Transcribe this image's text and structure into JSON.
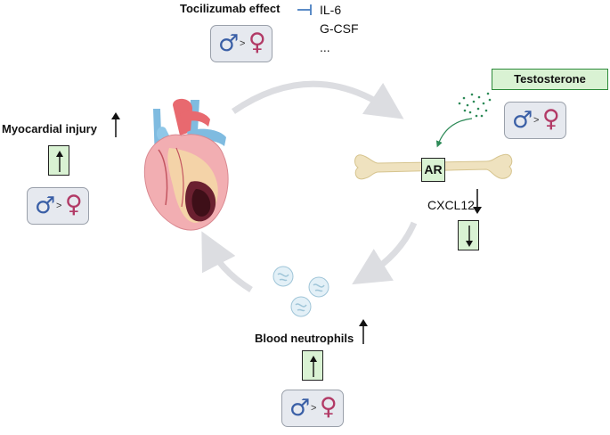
{
  "tocilizumab": {
    "label": "Tocilizumab effect",
    "inhibits": [
      "IL-6",
      "G-CSF",
      "..."
    ]
  },
  "testosterone": {
    "label": "Testosterone"
  },
  "myocardial": {
    "label": "Myocardial injury"
  },
  "bone": {
    "receptor": "AR",
    "cxcl12": "CXCL12"
  },
  "neutrophils": {
    "label": "Blood neutrophils"
  },
  "comparison": {
    "operator": ">"
  },
  "colors": {
    "male": "#3a5fa6",
    "female": "#b23a66",
    "box_green": "#d9f2d3",
    "testosterone_border": "#2d8a3a",
    "cycle_arrow": "#dcdde1"
  }
}
